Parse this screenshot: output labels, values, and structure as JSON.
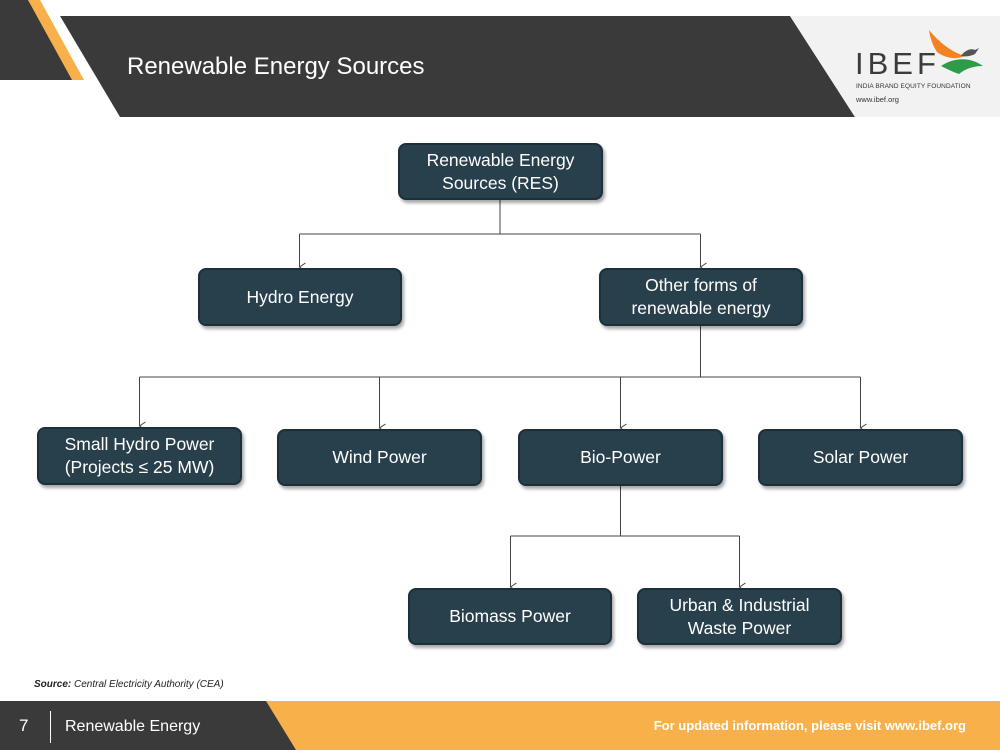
{
  "header": {
    "title": "Renewable Energy Sources",
    "logo_word": "IBEF",
    "logo_subtitle": "INDIA BRAND EQUITY FOUNDATION",
    "logo_url": "www.ibef.org"
  },
  "diagram": {
    "root": "Renewable Energy Sources (RES)",
    "level1": [
      "Hydro Energy",
      "Other forms of renewable energy"
    ],
    "level2": [
      "Small Hydro Power (Projects ≤ 25 MW)",
      "Wind Power",
      "Bio-Power",
      "Solar Power"
    ],
    "level3": [
      "Biomass Power",
      "Urban & Industrial Waste Power"
    ]
  },
  "source": {
    "label": "Source:",
    "text": "Central Electricity Authority (CEA)"
  },
  "footer": {
    "page_number": "7",
    "section": "Renewable Energy",
    "info": "For updated information, please visit www.ibef.org"
  },
  "colors": {
    "header_dark": "#3a3a3a",
    "accent_orange": "#f7b04a",
    "box_fill": "#283f4c",
    "logo_orange": "#f58220",
    "logo_green": "#2e9b48"
  }
}
